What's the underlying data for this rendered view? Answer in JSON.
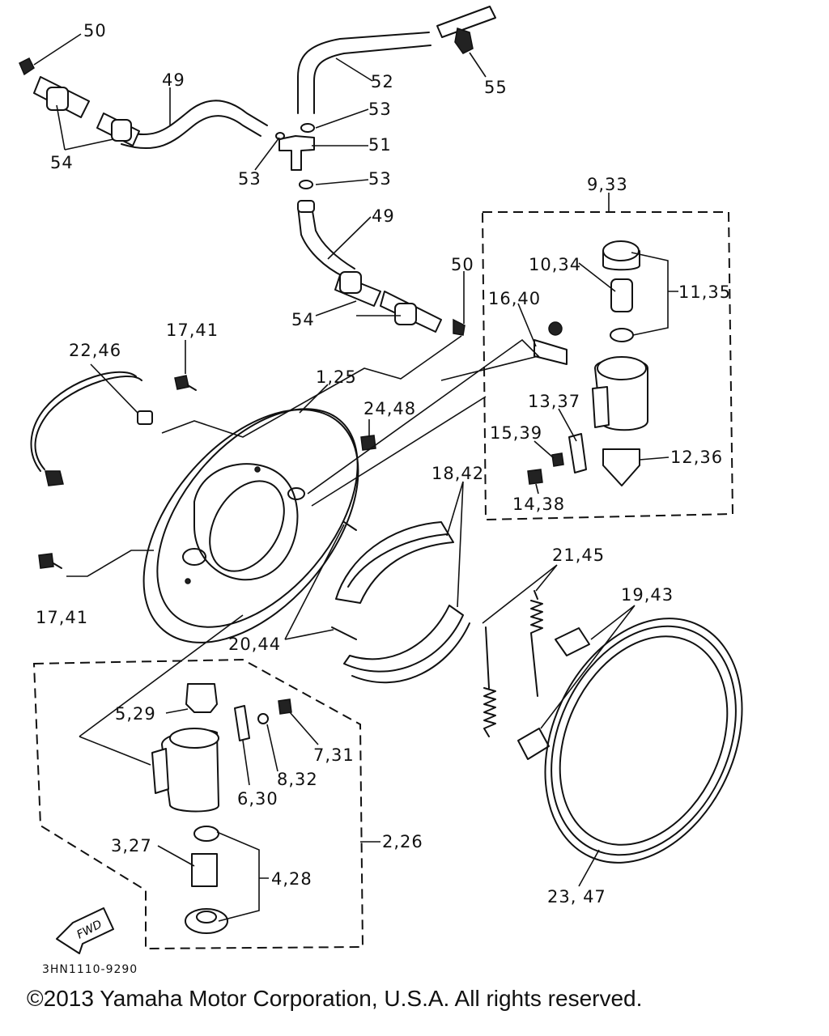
{
  "diagram": {
    "part_code": "3HN1110-9290",
    "copyright": "©2013 Yamaha Motor Corporation, U.S.A. All rights reserved.",
    "fwd_label": "FWD",
    "callouts": {
      "c50a": "50",
      "c49a": "49",
      "c54a": "54",
      "c52": "52",
      "c55": "55",
      "c53a": "53",
      "c51": "51",
      "c53b": "53",
      "c53c": "53",
      "c49b": "49",
      "c9_33": "9,33",
      "c50b": "50",
      "c10_34": "10,34",
      "c11_35": "11,35",
      "c16_40": "16,40",
      "c54b": "54",
      "c17_41a": "17,41",
      "c22_46": "22,46",
      "c1_25": "1,25",
      "c24_48": "24,48",
      "c13_37": "13,37",
      "c15_39": "15,39",
      "c12_36": "12,36",
      "c14_38": "14,38",
      "c18_42": "18,42",
      "c21_45": "21,45",
      "c19_43": "19,43",
      "c17_41b": "17,41",
      "c20_44": "20,44",
      "c5_29": "5,29",
      "c7_31": "7,31",
      "c8_32": "8,32",
      "c6_30": "6,30",
      "c2_26": "2,26",
      "c3_27": "3,27",
      "c4_28": "4,28",
      "c23_47": "23, 47"
    }
  }
}
